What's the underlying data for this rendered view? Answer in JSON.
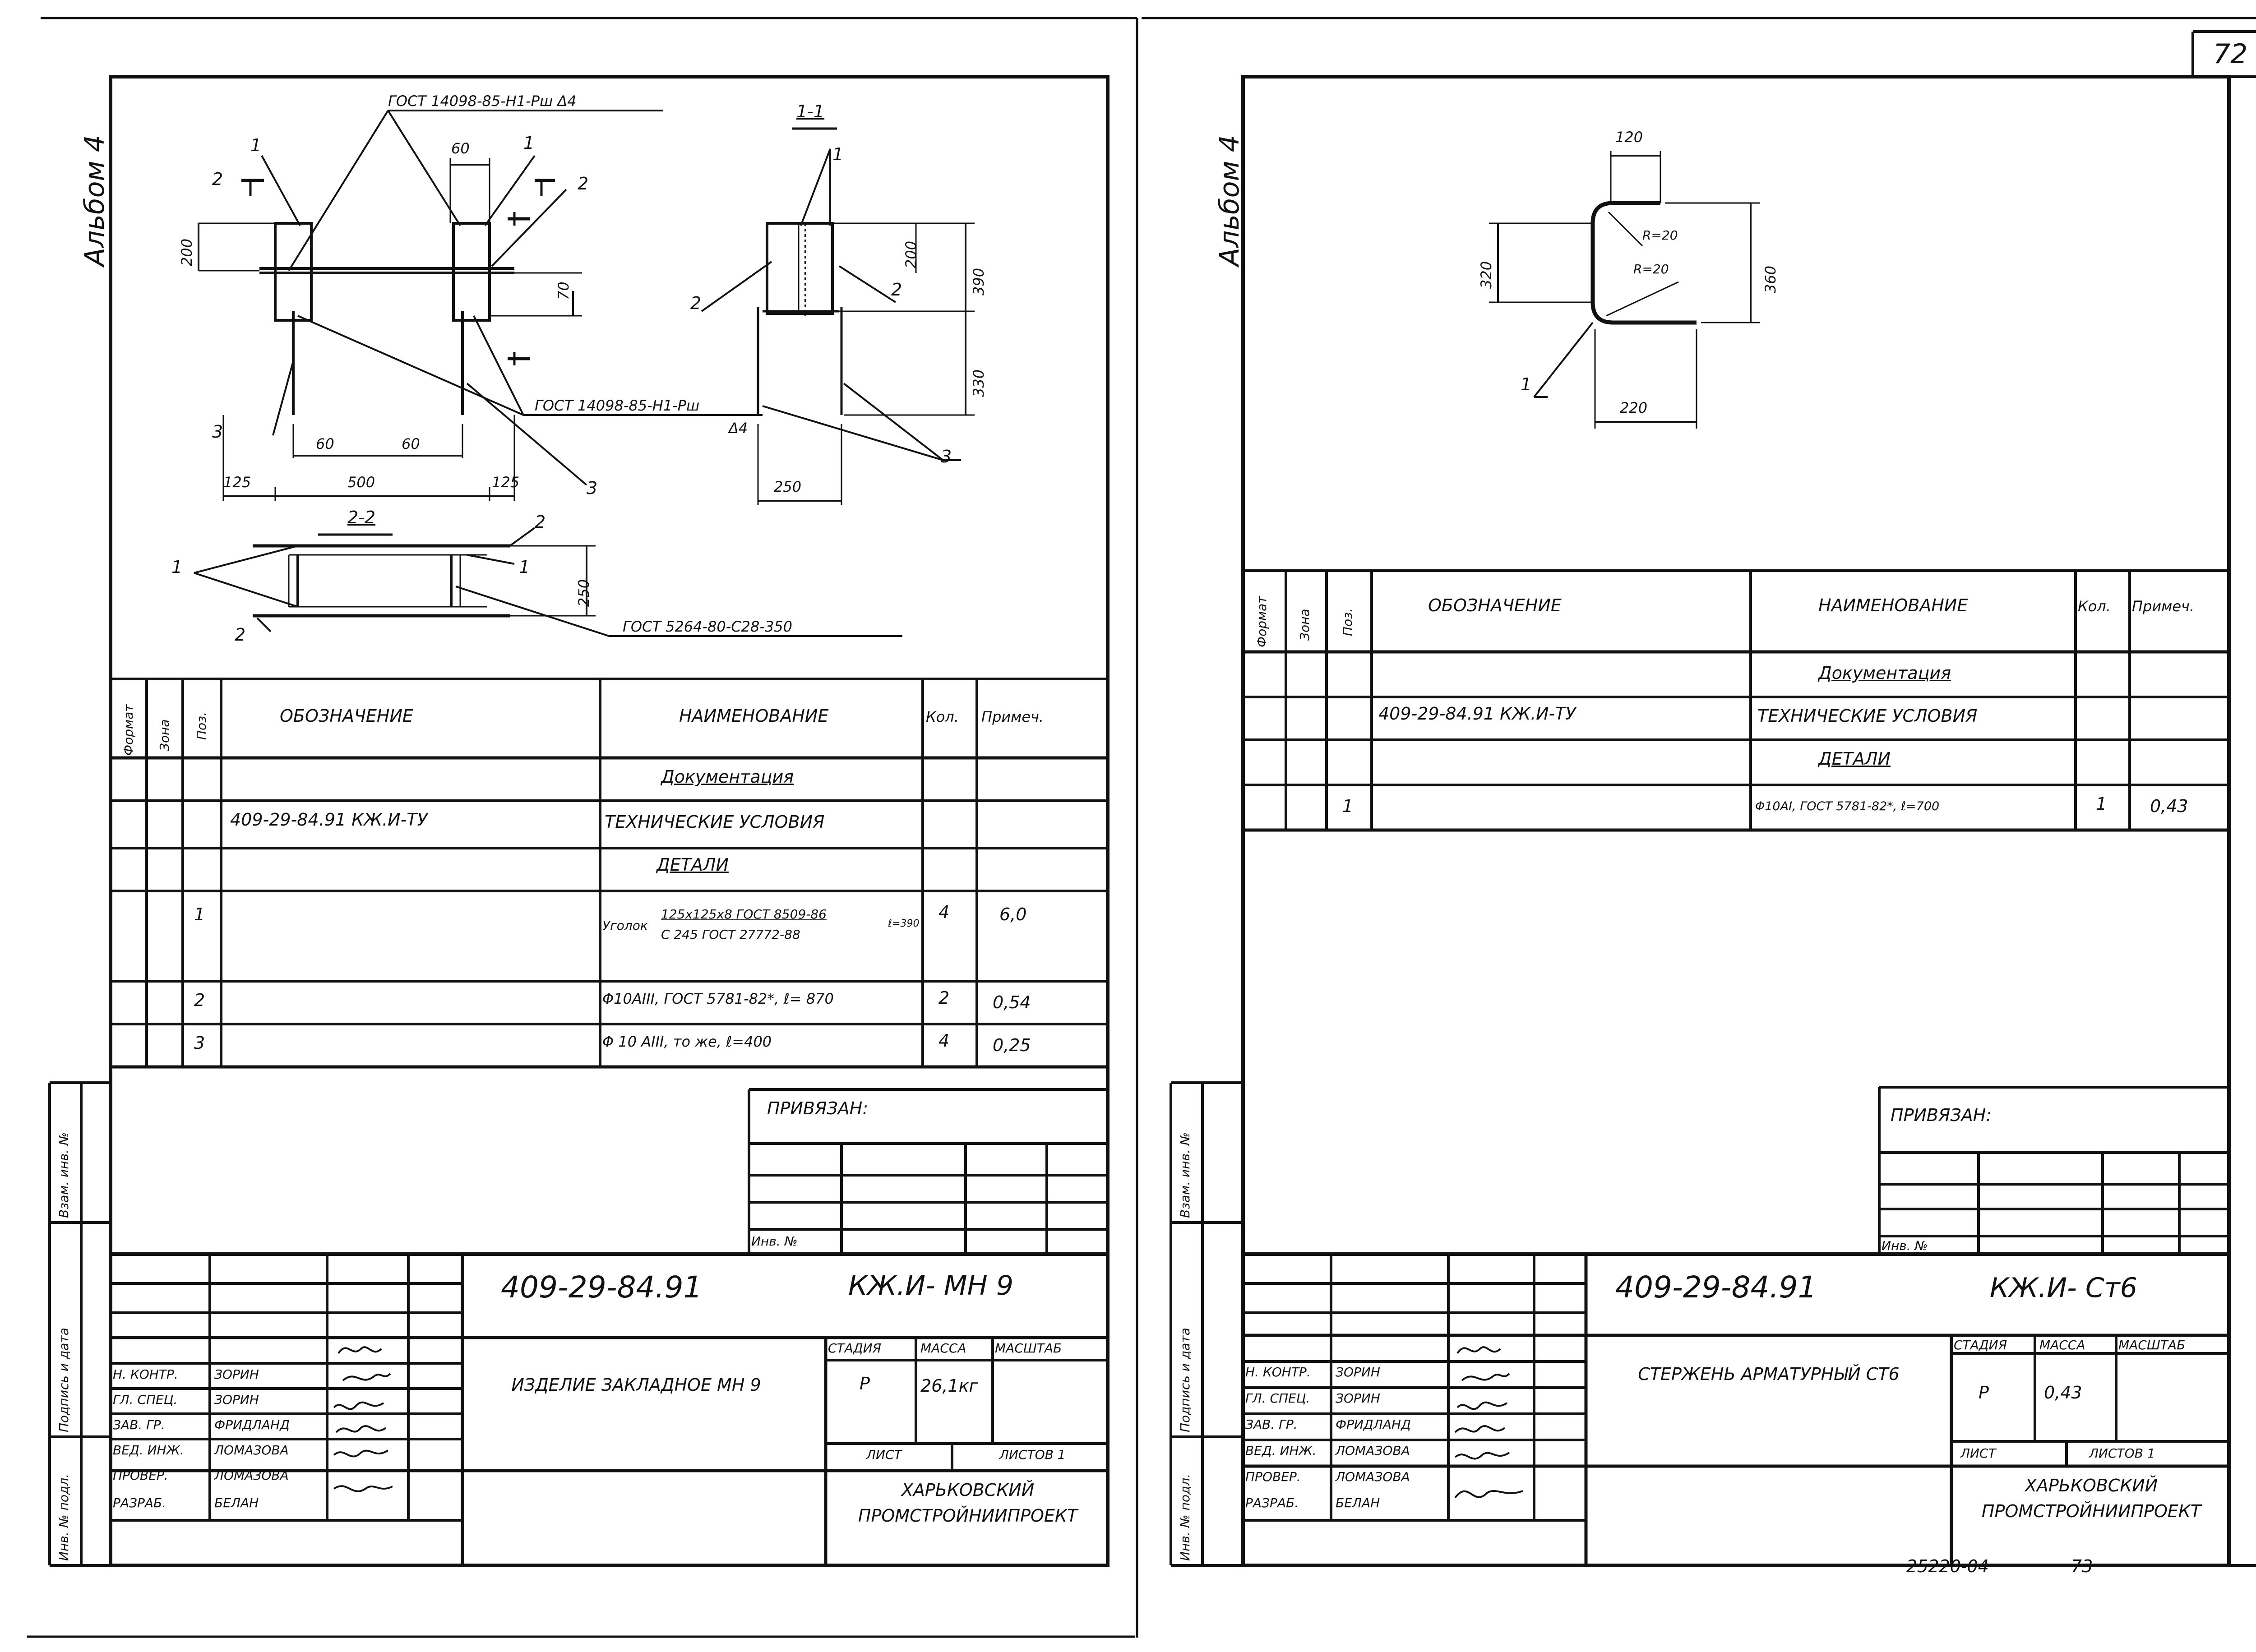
{
  "left": {
    "album": "Альбом 4",
    "labels": {
      "gost_top": "ГОСТ 14098-85-Н1-Рш Δ4",
      "gost_mid_a": "ГОСТ 14098-85-Н1-Рш",
      "gost_mid_b": "Δ4",
      "gost_bottom": "ГОСТ 5264-80-С28-350",
      "sec11": "1-1",
      "sec22": "2-2",
      "d60a": "60",
      "d60b": "60",
      "d60c": "60",
      "d125a": "125",
      "d500": "500",
      "d125b": "125",
      "d200a": "200",
      "d70": "70",
      "d200b": "200",
      "d390": "390",
      "d330": "330",
      "d250a": "250",
      "d250b": "250",
      "p1a": "1",
      "p1b": "1",
      "p1c": "1",
      "p1d": "1",
      "p1e": "1",
      "p2a": "2",
      "p2b": "2",
      "p2c": "2",
      "p2d": "2",
      "p2e": "2",
      "p2f": "2",
      "p3a": "3",
      "p3b": "3",
      "p3c": "3",
      "cut1a": "1",
      "cut1b": "1",
      "cut2a": "2",
      "cut2b": "2"
    },
    "spec": {
      "headers": [
        "Формат",
        "Зона",
        "Поз.",
        "Обозначение",
        "Наименование",
        "Кол.",
        "Примеч."
      ],
      "section_doc": "Документация",
      "doc_designation": "409-29-84.91 КЖ.И-ТУ",
      "doc_name": "Технические условия",
      "section_parts": "Детали",
      "rows": [
        {
          "pos": "1",
          "name_a": "Уголок",
          "name_b": "125x125x8 ГОСТ 8509-86",
          "name_c": "С 245 ГОСТ 27772-88",
          "name_d": "ℓ=390",
          "qty": "4",
          "note": "6,0"
        },
        {
          "pos": "2",
          "name": "Φ10АIII, ГОСТ 5781-82*, ℓ= 870",
          "qty": "2",
          "note": "0,54"
        },
        {
          "pos": "3",
          "name": "Φ 10 АIII, то же, ℓ=400",
          "qty": "4",
          "note": "0,25"
        }
      ]
    },
    "side_stamp": [
      "Взам. инв. №",
      "Подпись и дата",
      "Инв. № подл."
    ],
    "privyazan": "Привязан:",
    "inv_no": "Инв. №",
    "title": {
      "code": "409-29-84.91",
      "code_suffix": "КЖ.И- МН 9",
      "roles": [
        "Н. контр.",
        "Гл. спец.",
        "Зав. гр.",
        "Вед. инж.",
        "Провер.",
        "Разраб."
      ],
      "names": [
        "Зорин",
        "Зорин",
        "Фридланд",
        "Ломазова",
        "Ломазова",
        "Белан"
      ],
      "item_name": "Изделие закладное МН 9",
      "stadia_label": "Стадия",
      "massa_label": "Масса",
      "masshtab_label": "Масштаб",
      "stadia": "Р",
      "massa": "26,1кг",
      "list_label": "Лист",
      "listov_label": "Листов 1",
      "org": "Харьковский Промстройниипроект"
    }
  },
  "right": {
    "sheet_no": "72",
    "album": "Альбом 4",
    "labels": {
      "d120": "120",
      "d320": "320",
      "d360": "360",
      "d220": "220",
      "r20a": "R=20",
      "r20b": "R=20",
      "p1": "1"
    },
    "spec": {
      "headers": [
        "Формат",
        "Зона",
        "Поз.",
        "Обозначение",
        "Наименование",
        "Кол.",
        "Примеч."
      ],
      "section_doc": "Документация",
      "doc_designation": "409-29-84.91 КЖ.И-ТУ",
      "doc_name": "Технические условия",
      "section_parts": "Детали",
      "rows": [
        {
          "pos": "1",
          "name": "Φ10АI, ГОСТ 5781-82*, ℓ=700",
          "qty": "1",
          "note": "0,43"
        }
      ]
    },
    "side_stamp": [
      "Взам. инв. №",
      "Подпись и дата",
      "Инв. № подл."
    ],
    "privyazan": "Привязан:",
    "inv_no": "Инв. №",
    "title": {
      "code": "409-29-84.91",
      "code_suffix": "КЖ.И- Ст6",
      "roles": [
        "Н. контр.",
        "Гл. спец.",
        "Зав. гр.",
        "Вед. инж.",
        "Провер.",
        "Разраб."
      ],
      "names": [
        "Зорин",
        "Зорин",
        "Фридланд",
        "Ломазова",
        "Ломазова",
        "Белан"
      ],
      "item_name": "Стержень арматурный Ст6",
      "stadia_label": "Стадия",
      "massa_label": "Масса",
      "masshtab_label": "Масштаб",
      "stadia": "Р",
      "massa": "0,43",
      "list_label": "Лист",
      "listov_label": "Листов 1",
      "org": "Харьковский Промстройниипроект"
    },
    "footer_code": "25220-04",
    "footer_page": "73"
  }
}
